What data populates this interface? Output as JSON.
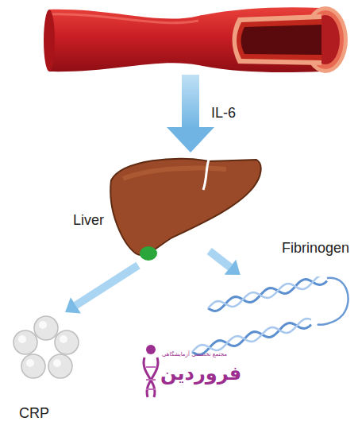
{
  "diagram": {
    "nodes": [
      {
        "text": [
          "Liver"
        ]
      },
      {
        "text": [
          "CRP"
        ]
      },
      {
        "text": [
          "Fibrinogen"
        ]
      }
    ],
    "edges": [
      {
        "from": 0,
        "to": 1,
        "arrow": "to"
      },
      {
        "from": 0,
        "to": 2,
        "arrow": "to"
      }
    ],
    "labels": [
      "IL-6",
      "مجتمع تخصصی آزمایشگاهی",
      "فروردین"
    ]
  }
}
